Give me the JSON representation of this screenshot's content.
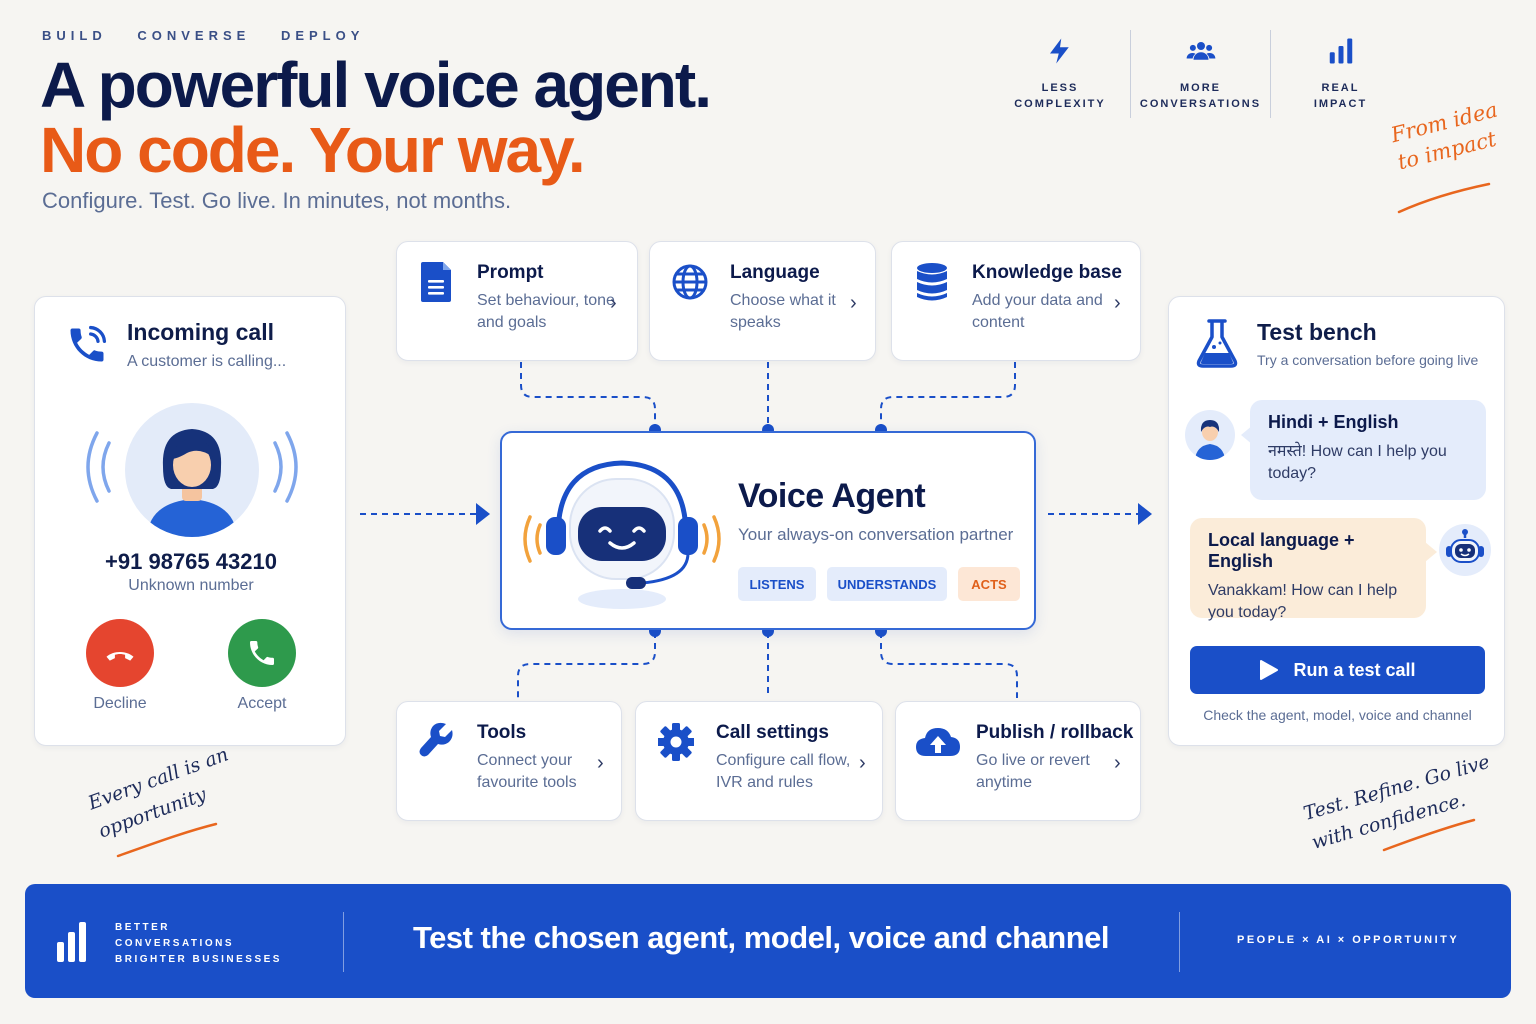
{
  "header": {
    "eyebrow": [
      "BUILD",
      "CONVERSE",
      "DEPLOY"
    ],
    "title_line1": "A powerful voice agent.",
    "title_line2": "No code. Your way.",
    "subtitle": "Configure. Test. Go live. In minutes, not months.",
    "stats": [
      {
        "icon": "lightning-icon",
        "line1": "LESS",
        "line2": "COMPLEXITY"
      },
      {
        "icon": "people-icon",
        "line1": "MORE",
        "line2": "CONVERSATIONS"
      },
      {
        "icon": "bar-chart-icon",
        "line1": "REAL",
        "line2": "IMPACT"
      }
    ],
    "tagline": "From idea to impact"
  },
  "incoming_call": {
    "title": "Incoming call",
    "subtitle": "A customer is calling...",
    "number": "+91 98765 43210",
    "number_label": "Unknown number",
    "decline_label": "Decline",
    "accept_label": "Accept"
  },
  "features_top": [
    {
      "title": "Prompt",
      "desc": "Set behaviour, tone and goals",
      "icon": "document-icon"
    },
    {
      "title": "Language",
      "desc": "Choose what it speaks",
      "icon": "globe-icon"
    },
    {
      "title": "Knowledge base",
      "desc": "Add your data and content",
      "icon": "database-icon"
    }
  ],
  "features_bottom": [
    {
      "title": "Tools",
      "desc": "Connect your favourite tools",
      "icon": "wrench-icon"
    },
    {
      "title": "Call settings",
      "desc": "Configure call flow, IVR and rules",
      "icon": "gear-icon"
    },
    {
      "title": "Publish / rollback",
      "desc": "Go live or revert anytime",
      "icon": "cloud-upload-icon"
    }
  ],
  "voice_agent": {
    "title": "Voice Agent",
    "subtitle": "Your always-on conversation partner",
    "chips": [
      "LISTENS",
      "UNDERSTANDS",
      "ACTS"
    ]
  },
  "test_bench": {
    "title": "Test bench",
    "subtitle": "Try a conversation before going live",
    "bubble_user": {
      "title": "Hindi + English",
      "message": "नमस्ते! How can I help you today?"
    },
    "bubble_agent": {
      "title": "Local language + English",
      "message": "Vanakkam! How can I help you today?"
    },
    "run_button": "Run a test call",
    "caption": "Check the agent, model, voice and channel"
  },
  "notes": {
    "left": "Every call is an opportunity",
    "right": "Test. Refine. Go live with confidence."
  },
  "footer": {
    "left_lines": [
      "BETTER",
      "CONVERSATIONS",
      "BRIGHTER BUSINESSES"
    ],
    "main": "Test the chosen agent, model, voice and channel",
    "right": "PEOPLE × AI × OPPORTUNITY"
  },
  "colors": {
    "navy": "#0c1a4b",
    "orange": "#e85a17",
    "brand_blue": "#1a4fc8",
    "decline_red": "#e5452f",
    "accept_green": "#2e9a4c"
  }
}
